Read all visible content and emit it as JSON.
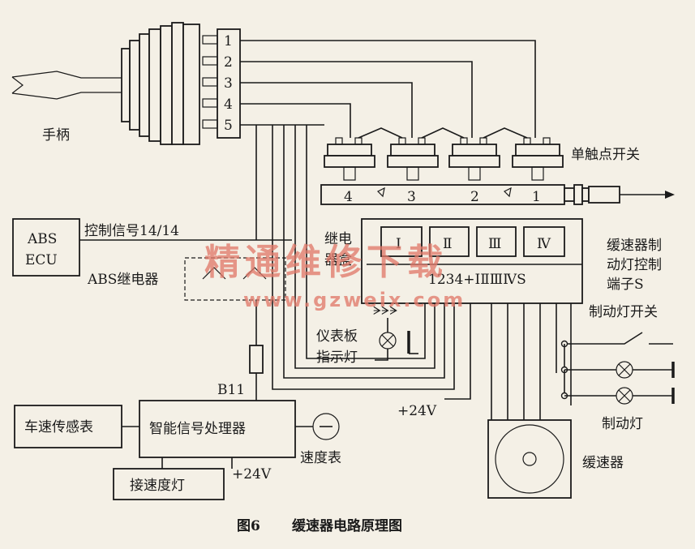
{
  "title": {
    "label": "图6",
    "text": "缓速器电路原理图"
  },
  "handle": {
    "label": "手柄",
    "pins": [
      "1",
      "2",
      "3",
      "4",
      "5"
    ]
  },
  "switch": {
    "label": "单触点开关",
    "positions": [
      "4",
      "3",
      "2",
      "1"
    ]
  },
  "abs_ecu": {
    "line1": "ABS",
    "line2": "ECU"
  },
  "control_signal": "控制信号14/14",
  "abs_relay": "ABS继电器",
  "relay_box": {
    "label_line1": "继电",
    "label_line2": "器盒",
    "relays": [
      "Ⅰ",
      "Ⅱ",
      "Ⅲ",
      "Ⅳ"
    ],
    "terminals": "1234+ⅠⅡⅢⅣS"
  },
  "terminal_s": {
    "line1": "缓速器制",
    "line2": "动灯控制",
    "line3": "端子S"
  },
  "brake_switch": "制动灯开关",
  "brake_lamp": "制动灯",
  "instrument_lamp": {
    "line1": "仪表板",
    "line2": "指示灯"
  },
  "b11": "B11",
  "plus24_top": "+24V",
  "plus24_bottom": "+24V",
  "speed_sensor": "车速传感表",
  "processor": "智能信号处理器",
  "speedometer": "速度表",
  "speed_lamp": "接速度灯",
  "retarder": "缓速器",
  "watermark": {
    "cn": "精通维修下载",
    "url": "www.gzweix.com"
  },
  "colors": {
    "ink": "#1a1a1a",
    "paper": "#f4f0e6",
    "watermark": "#e07a6a"
  }
}
